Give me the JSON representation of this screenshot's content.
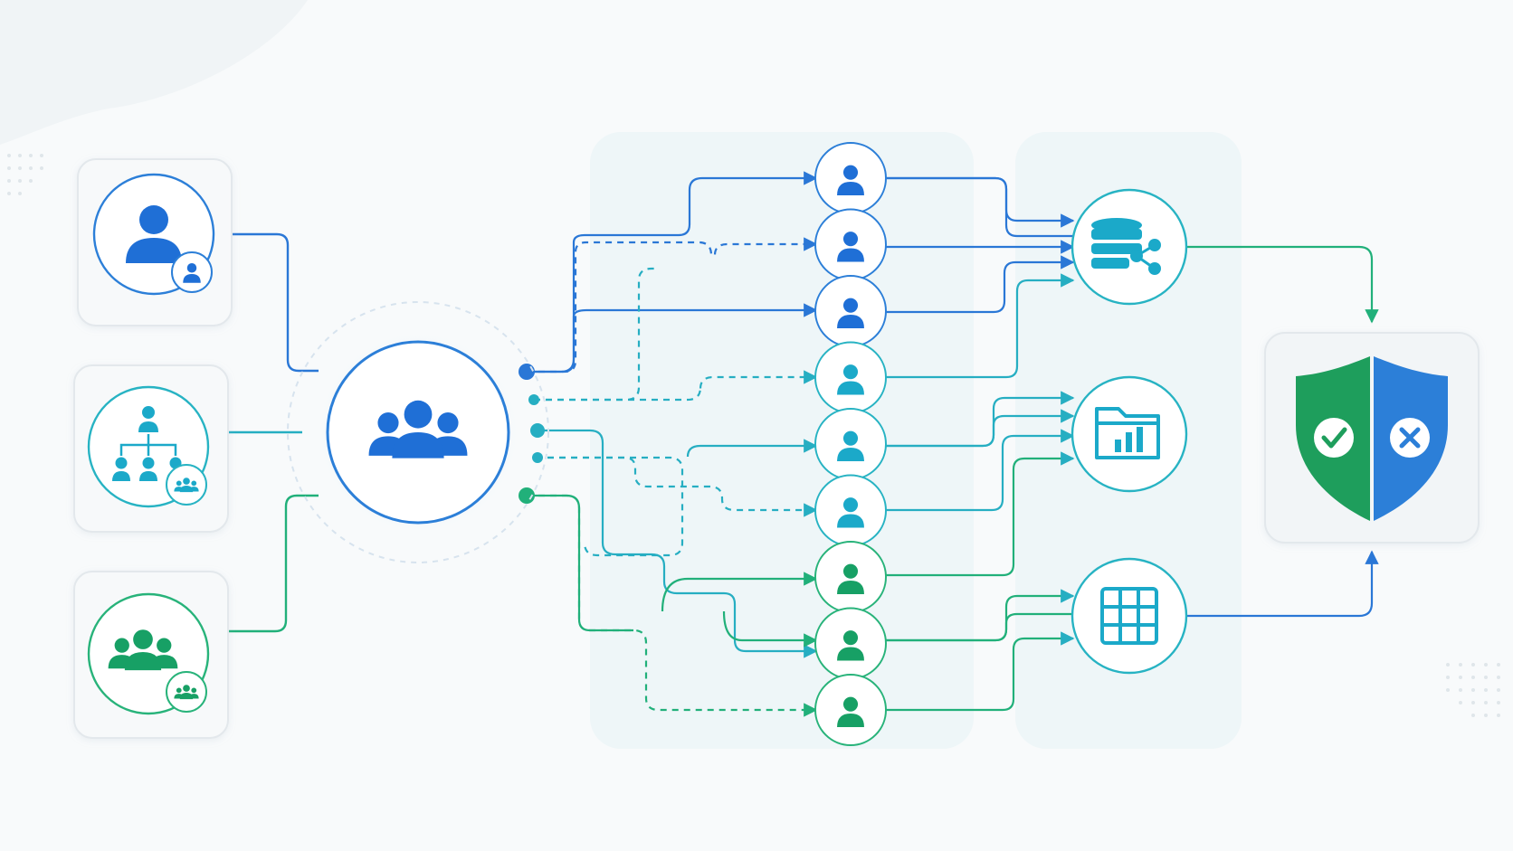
{
  "colors": {
    "blue": "#1f6fd6",
    "blue_line": "#2a77d6",
    "teal": "#1ba9c9",
    "teal_line": "#26aec2",
    "green": "#17a065",
    "green_line": "#21b07a",
    "ring_blue": "#2c7fd8",
    "ring_teal": "#27b3c3",
    "ring_green": "#28b37a",
    "panel": "#eef6f8",
    "card_border": "#e3e8ec"
  },
  "source_groups": [
    {
      "id": "user",
      "icon": "user-icon",
      "badge_icon": "user-badge-icon",
      "color": "blue"
    },
    {
      "id": "hierarchy",
      "icon": "org-hierarchy-icon",
      "badge_icon": "group-badge-icon",
      "color": "teal"
    },
    {
      "id": "team",
      "icon": "team-icon",
      "badge_icon": "group-badge-icon",
      "color": "green"
    }
  ],
  "hub": {
    "icon": "group-users-icon",
    "color": "blue"
  },
  "member_nodes": [
    {
      "icon": "user-icon",
      "color": "blue"
    },
    {
      "icon": "user-icon",
      "color": "blue"
    },
    {
      "icon": "user-icon",
      "color": "blue"
    },
    {
      "icon": "user-icon",
      "color": "teal"
    },
    {
      "icon": "user-icon",
      "color": "teal"
    },
    {
      "icon": "user-icon",
      "color": "teal"
    },
    {
      "icon": "user-icon",
      "color": "green"
    },
    {
      "icon": "user-icon",
      "color": "green"
    },
    {
      "icon": "user-icon",
      "color": "green"
    }
  ],
  "resources": [
    {
      "id": "database",
      "icon": "database-share-icon"
    },
    {
      "id": "folder",
      "icon": "folder-chart-icon"
    },
    {
      "id": "table",
      "icon": "table-grid-icon"
    }
  ],
  "policy": {
    "icon": "shield-allow-deny-icon",
    "allow_icon": "check-icon",
    "deny_icon": "cross-icon"
  }
}
